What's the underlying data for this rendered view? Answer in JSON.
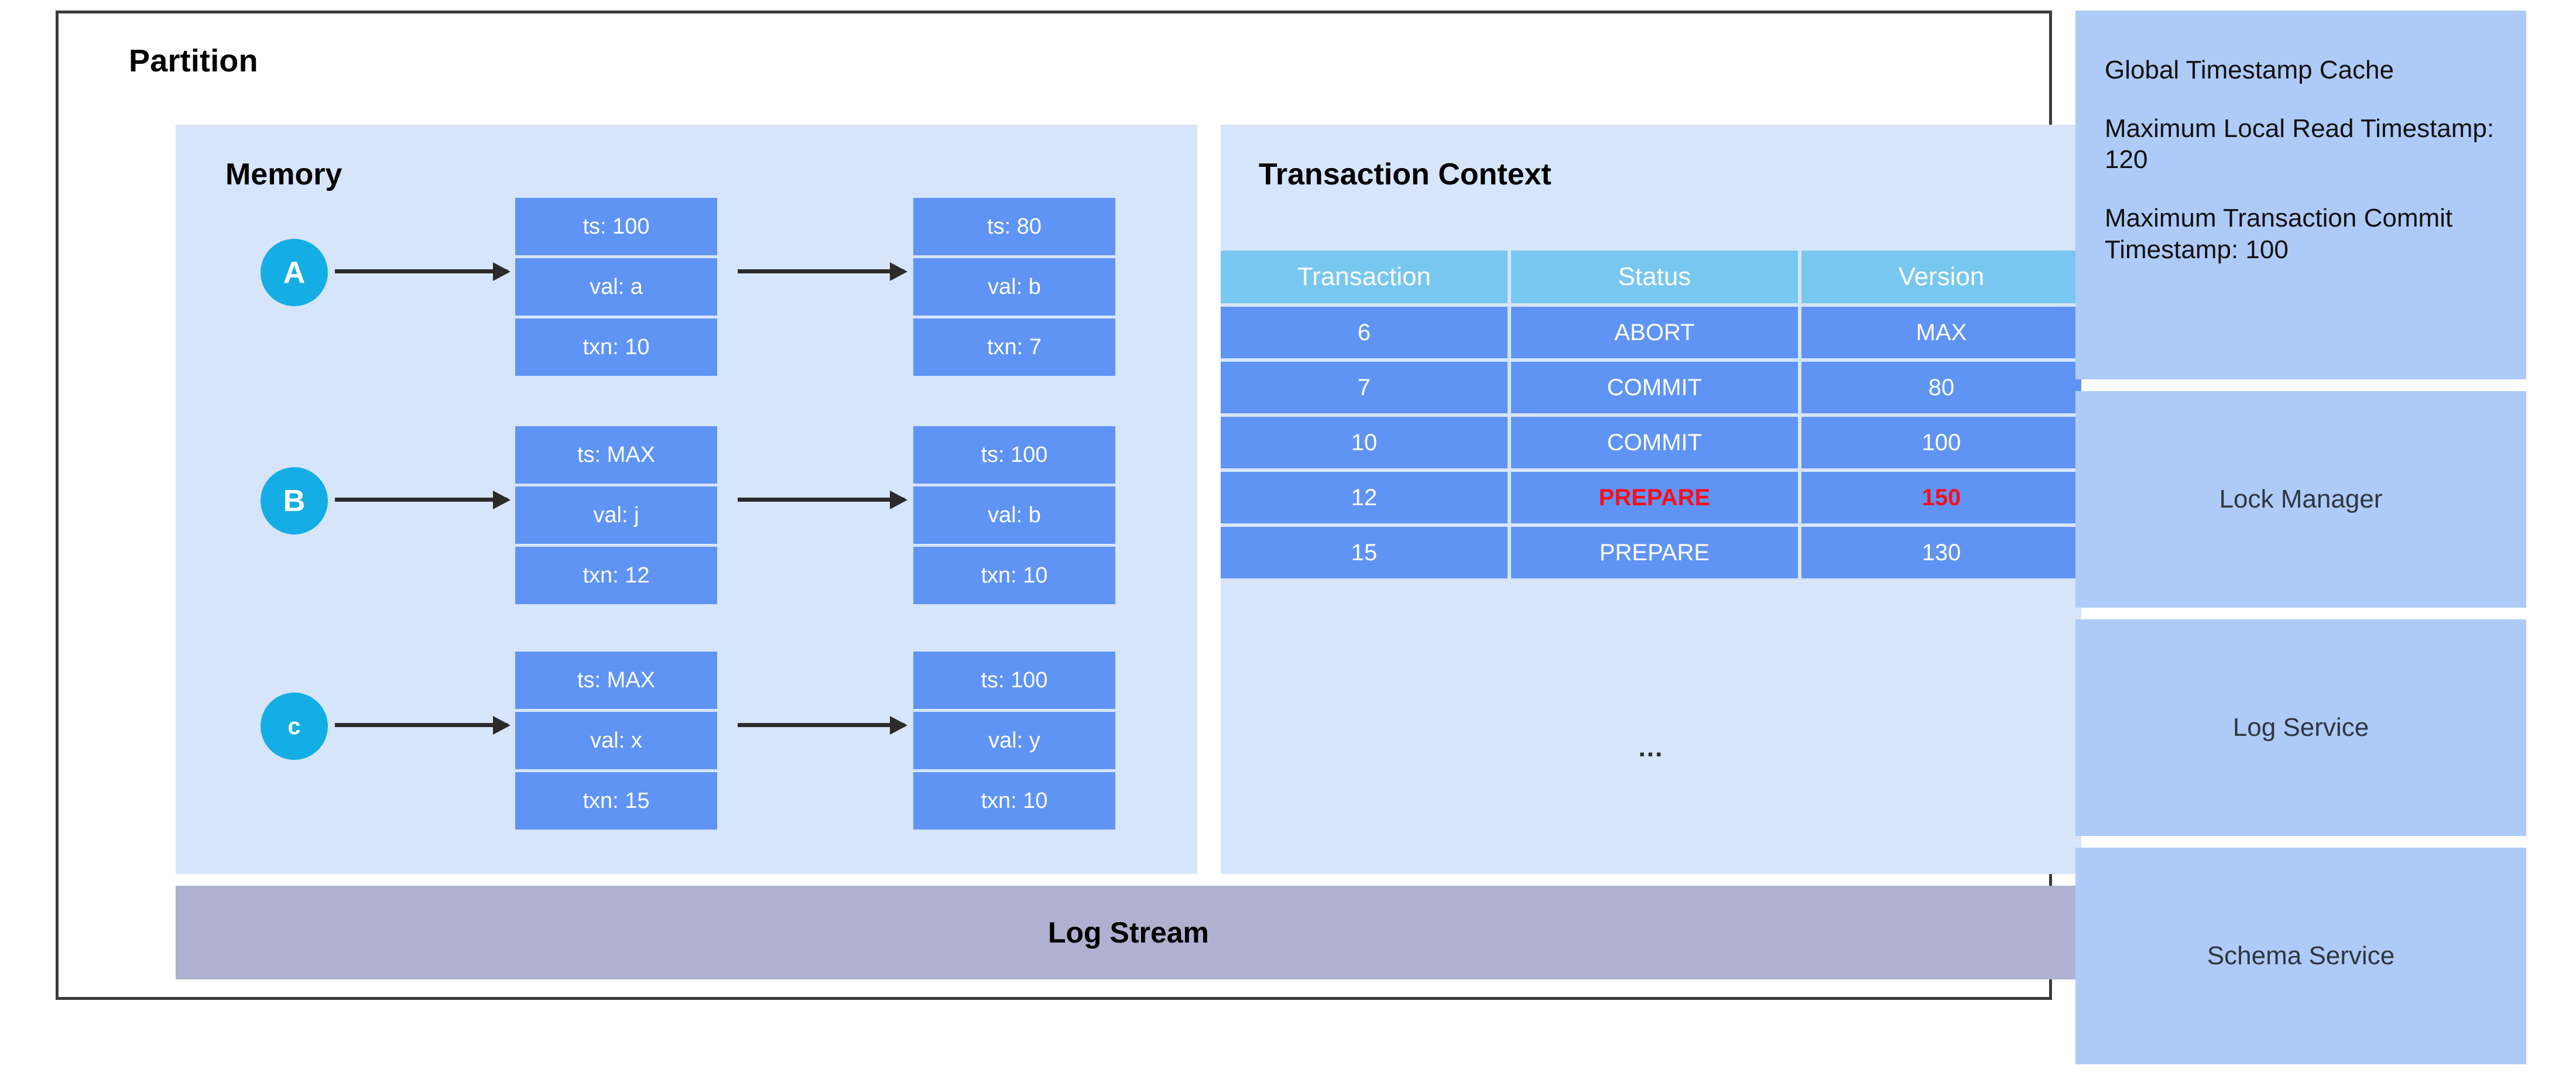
{
  "partition": {
    "title": "Partition",
    "memory": {
      "title": "Memory",
      "rows": [
        {
          "key": "A",
          "key_case": "upper",
          "versions": [
            {
              "ts": "ts: 100",
              "val": "val: a",
              "txn": "txn: 10"
            },
            {
              "ts": "ts: 80",
              "val": "val: b",
              "txn": "txn: 7"
            }
          ]
        },
        {
          "key": "B",
          "key_case": "upper",
          "versions": [
            {
              "ts": "ts: MAX",
              "val": "val: j",
              "txn": "txn: 12"
            },
            {
              "ts": "ts: 100",
              "val": "val: b",
              "txn": "txn: 10"
            }
          ]
        },
        {
          "key": "c",
          "key_case": "lower",
          "versions": [
            {
              "ts": "ts: MAX",
              "val": "val: x",
              "txn": "txn: 15"
            },
            {
              "ts": "ts: 100",
              "val": "val: y",
              "txn": "txn: 10"
            }
          ]
        }
      ]
    },
    "transaction_context": {
      "title": "Transaction Context",
      "columns": [
        "Transaction",
        "Status",
        "Version"
      ],
      "rows": [
        {
          "transaction": "6",
          "status": "ABORT",
          "version": "MAX",
          "highlight": false
        },
        {
          "transaction": "7",
          "status": "COMMIT",
          "version": "80",
          "highlight": false
        },
        {
          "transaction": "10",
          "status": "COMMIT",
          "version": "100",
          "highlight": false
        },
        {
          "transaction": "12",
          "status": "PREPARE",
          "version": "150",
          "highlight": true
        },
        {
          "transaction": "15",
          "status": "PREPARE",
          "version": "130",
          "highlight": false
        }
      ],
      "overflow_indicator": "..."
    },
    "log_stream": {
      "label": "Log Stream"
    }
  },
  "sidebar": {
    "global_timestamp_cache": {
      "title": "Global Timestamp Cache",
      "max_local_read": "Maximum Local Read Timestamp: 120",
      "max_txn_commit": "Maximum Transaction Commit Timestamp: 100"
    },
    "services": [
      {
        "label": "Lock Manager"
      },
      {
        "label": "Log Service"
      },
      {
        "label": "Schema Service"
      }
    ]
  },
  "colors": {
    "panel_bg": "#d7e5fb",
    "version_box": "#5f94f5",
    "table_header": "#78c7f0",
    "key_circle": "#14aee4",
    "log_stream": "#aeb2d0",
    "sidebar_card": "#aecbf8",
    "alert": "#fc0d1b",
    "frame_border": "#3b3b3b"
  }
}
